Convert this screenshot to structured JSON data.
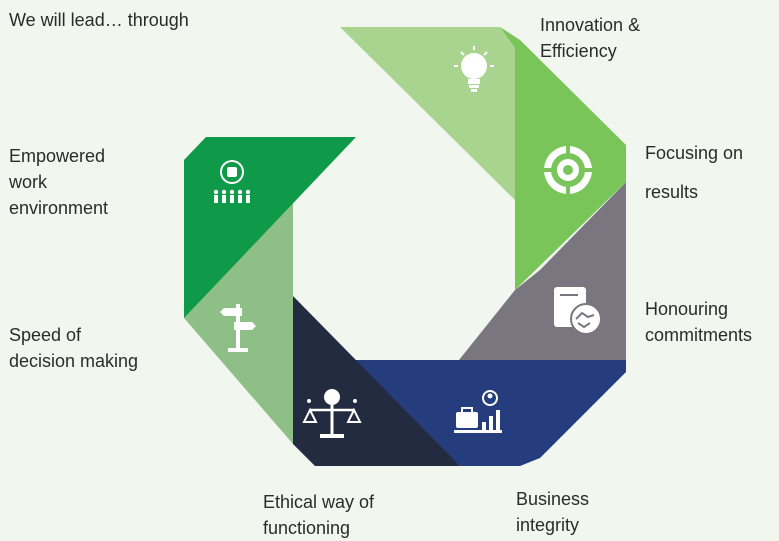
{
  "title": "We will lead… through",
  "segments": {
    "innovation": {
      "label": "Innovation &\nEfficiency",
      "color": "#a8d490"
    },
    "results": {
      "label": "Focusing on\nresults",
      "color": "#7ac55a"
    },
    "commitments": {
      "label": "Honouring\ncommitments",
      "color": "#7a7680"
    },
    "integrity": {
      "label": "Business\nintegrity",
      "color": "#263d7d"
    },
    "ethical": {
      "label": "Ethical way of\nfunctioning",
      "color": "#232b40"
    },
    "speed": {
      "label": "Speed of\ndecision making",
      "color": "#8dbf86"
    },
    "empowered": {
      "label": "Empowered\nwork\nenvironment",
      "color": "#0e9a48"
    }
  },
  "icons": {
    "innovation": "lightbulb-brain-icon",
    "results": "target-icon",
    "commitments": "handshake-icon",
    "integrity": "briefcase-chart-icon",
    "ethical": "justice-scale-icon",
    "speed": "signpost-icon",
    "empowered": "fist-people-icon"
  }
}
